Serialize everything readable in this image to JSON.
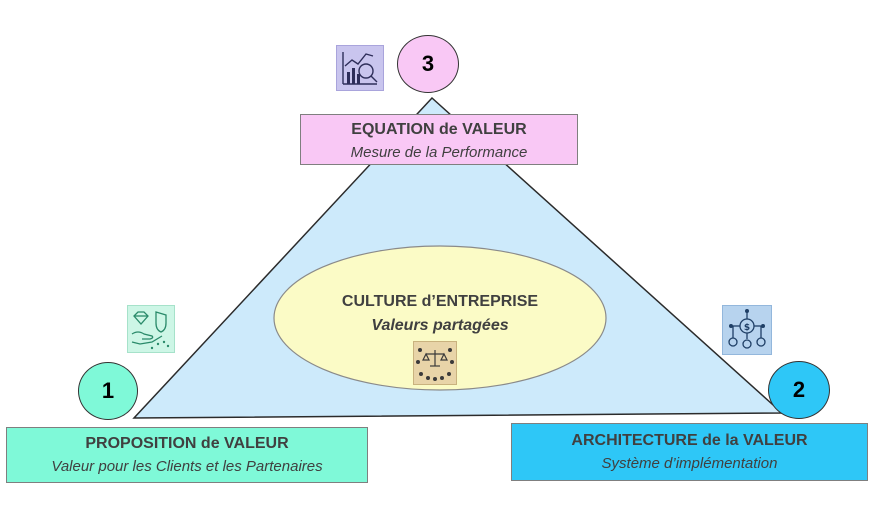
{
  "top": {
    "number": "3",
    "title": "EQUATION de VALEUR",
    "subtitle": "Mesure de la Performance",
    "color": "#f9c8f5",
    "icon": "chart-magnifier-icon"
  },
  "left": {
    "number": "1",
    "title": "PROPOSITION de VALEUR",
    "subtitle": "Valeur pour les Clients et les Partenaires",
    "color": "#7ff9d8",
    "icon": "diamond-shield-hand-icon"
  },
  "right": {
    "number": "2",
    "title": "ARCHITECTURE de la VALEUR",
    "subtitle": "Système d’implémentation",
    "color": "#2ec7f7",
    "icon": "dollar-gears-network-icon"
  },
  "center": {
    "title": "CULTURE d’ENTREPRISE",
    "subtitle": "Valeurs partagées",
    "color": "#fbfbc6",
    "icon": "scales-people-icon"
  },
  "triangle_color": "#cdeafb"
}
